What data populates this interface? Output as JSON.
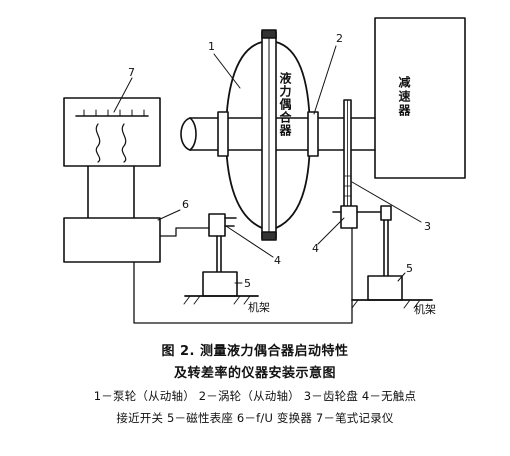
{
  "diagram": {
    "coupling_text": "液力偶合器",
    "reducer_text": "减速器",
    "frame_label": "机架",
    "callouts": [
      "1",
      "2",
      "3",
      "4",
      "5",
      "6",
      "7"
    ]
  },
  "caption": {
    "title": "图 2.  测量液力偶合器启动特性",
    "subtitle": "及转差率的仪器安装示意图",
    "legend_line1": "1－泵轮（从动轴）  2－涡轮（从动轴）  3－齿轮盘  4－无触点",
    "legend_line2": "接近开关  5－磁性表座  6－f/U 变换器  7－笔式记录仪"
  }
}
